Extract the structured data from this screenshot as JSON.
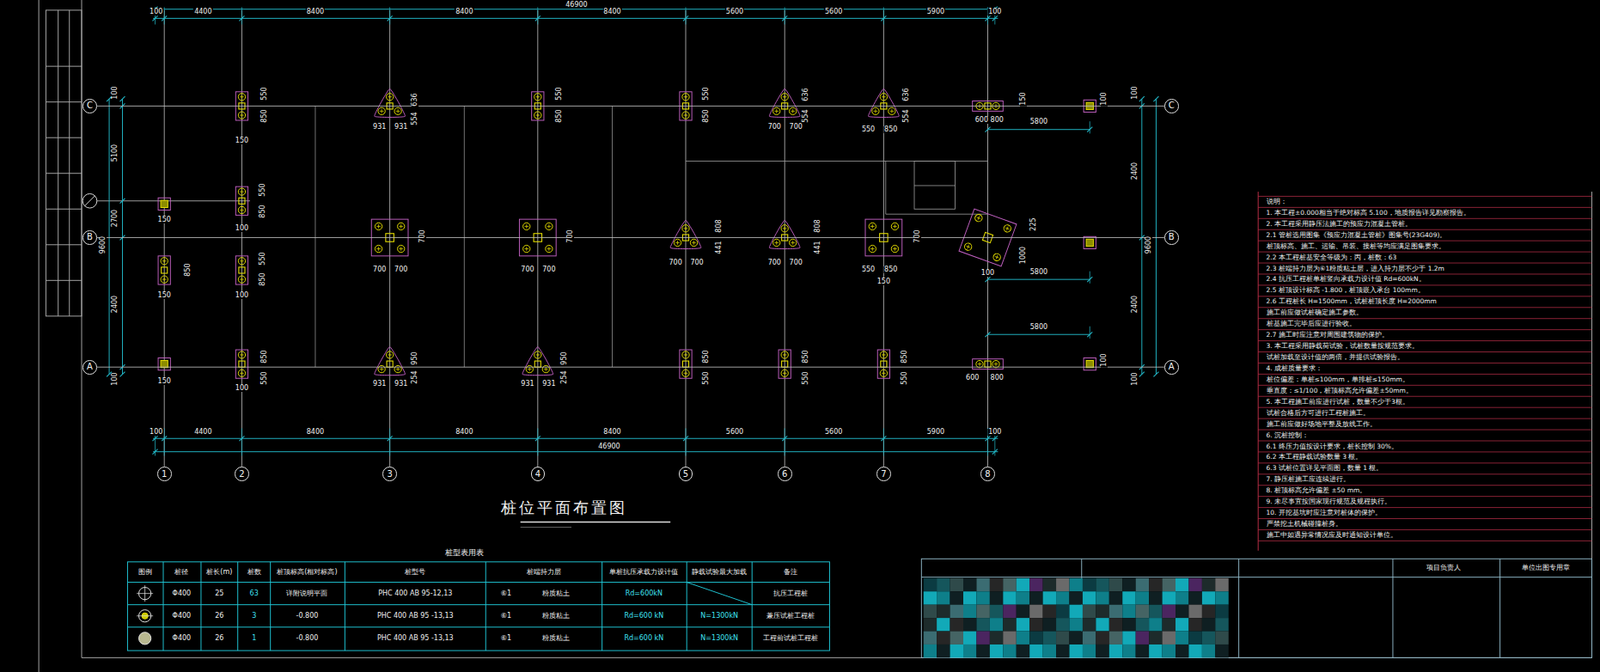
{
  "diagram": {
    "title": "桩位平面布置图",
    "nodes": [
      {
        "text": [
          "C"
        ]
      },
      {
        "text": [
          "C"
        ]
      },
      {
        "text": [
          "B"
        ]
      },
      {
        "text": [
          "B"
        ]
      },
      {
        "text": [
          "A"
        ]
      },
      {
        "text": [
          "A"
        ]
      },
      {
        "text": [
          "1"
        ]
      },
      {
        "text": [
          "2"
        ]
      },
      {
        "text": [
          "3"
        ]
      },
      {
        "text": [
          "4"
        ]
      },
      {
        "text": [
          "5"
        ]
      },
      {
        "text": [
          "6"
        ]
      },
      {
        "text": [
          "7"
        ]
      },
      {
        "text": [
          "8"
        ]
      }
    ],
    "edges": [
      {
        "from": 0,
        "to": 1,
        "arrow": "none"
      },
      {
        "from": 2,
        "to": 3,
        "arrow": "none"
      },
      {
        "from": 4,
        "to": 5,
        "arrow": "none"
      }
    ],
    "labels": [
      "46900",
      "100",
      "4400",
      "8400",
      "8400",
      "8400",
      "5600",
      "5600",
      "5900",
      "100",
      "100",
      "4400",
      "8400",
      "8400",
      "8400",
      "5600",
      "5600",
      "5900",
      "100",
      "46900",
      "5100",
      "2700",
      "2400",
      "9600",
      "100",
      "100",
      "100",
      "2400",
      "9600",
      "2400",
      "100",
      "550",
      "850",
      "150",
      "931",
      "931",
      "636",
      "554",
      "550",
      "850",
      "550",
      "850",
      "700",
      "700",
      "636",
      "554",
      "550",
      "850",
      "636",
      "554",
      "600",
      "800",
      "150",
      "5800",
      "100",
      "150",
      "550",
      "850",
      "100",
      "700",
      "700",
      "700",
      "700",
      "700",
      "700",
      "700",
      "700",
      "808",
      "441",
      "700",
      "700",
      "808",
      "441",
      "550",
      "850",
      "700",
      "150",
      "225",
      "1000",
      "100",
      "5800",
      "850",
      "150",
      "550",
      "850",
      "100",
      "150",
      "850",
      "550",
      "100",
      "931",
      "931",
      "950",
      "254",
      "931",
      "931",
      "950",
      "254",
      "850",
      "550",
      "850",
      "550",
      "850",
      "550",
      "600",
      "800",
      "5800",
      "100",
      "桩型表用表",
      "图例",
      "桩径",
      "桩长(m)",
      "桩数",
      "桩顶标高(相对标高)",
      "桩型号",
      "桩端持力层",
      "单桩抗压承载力设计值",
      "静载试验最大加载",
      "备注",
      "Φ400",
      "25",
      "63",
      "详附说明平面",
      "PHC 400 AB 95-12,13",
      "⑥1",
      "粉质粘土",
      "Rd=600kN",
      "抗压工程桩",
      "Φ400",
      "26",
      "3",
      "-0.800",
      "PHC 400 AB 95 -13,13",
      "⑥1",
      "粉质粘土",
      "Rd=600 kN",
      "N=1300kN",
      "兼压试桩工程桩",
      "Φ400",
      "26",
      "1",
      "-0.800",
      "PHC 400 AB 95 -13,13",
      "⑥1",
      "粉质粘土",
      "Rd=600 kN",
      "N=1300kN",
      "工程前试桩工程桩",
      "项目负责人",
      "单位出图专用章",
      "说明：",
      "1. 本工程±0.000相当于绝对标高 5.100，地质报告详见勘察报告。",
      "2. 本工程采用静压法施工的预应力混凝土管桩。",
      "2.1 管桩选用图集《预应力混凝土管桩》图集号(23G409)。",
      "桩顶标高、施工、运输、吊装、接桩等均应满足图集要求。",
      "2.2 本工程桩基安全等级为：丙，桩数：63",
      "2.3 桩端持力层为⑥1粉质粘土层，进入持力层不少于 1.2m",
      "2.4 抗压工程桩单桩竖向承载力设计值 Rd=600kN。",
      "2.5 桩顶设计标高 -1.800，桩顶嵌入承台 100mm。",
      "2.6 工程桩长 H=1500mm，试桩桩顶长度 H=2000mm",
      "施工前应做试桩确定施工参数。",
      "桩基施工完毕后应进行验收。",
      "2.7 施工时应注意对周围建筑物的保护。",
      "3. 本工程采用静载荷试验，试桩数量按规范要求。",
      "试桩加载至设计值的两倍，并提供试验报告。",
      "4. 成桩质量要求：",
      "桩位偏差：单桩≤100mm，单排桩≤150mm。",
      "垂直度：≤1/100，桩顶标高允许偏差±50mm。",
      "5. 本工程施工前应进行试桩，数量不少于3根。",
      "试桩合格后方可进行工程桩施工。",
      "施工前应做好场地平整及放线工作。",
      "6. 沉桩控制：",
      "6.1 终压力值按设计要求，桩长控制 30%。",
      "6.2 本工程静载试验数量 3 根。",
      "6.3 试桩位置详见平面图，数量 1 根。",
      "7. 静压桩施工应连续进行。",
      "8. 桩顶标高允许偏差 ±50 mm。",
      "9. 未尽事宜按国家现行规范及规程执行。",
      "10. 开挖基坑时应注意对桩体的保护。",
      "严禁挖土机械碰撞桩身。",
      "施工中如遇异常情况应及时通知设计单位。"
    ]
  }
}
